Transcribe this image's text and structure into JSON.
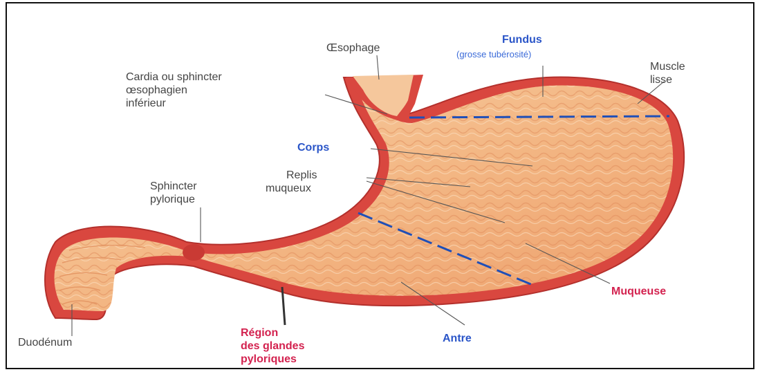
{
  "labels": {
    "oesophage": "Œsophage",
    "fundus": "Fundus",
    "fundus_sub": "(grosse tubérosité)",
    "muscle_lisse_1": "Muscle",
    "muscle_lisse_2": "lisse",
    "cardia_1": "Cardia ou sphincter",
    "cardia_2": "œsophagien",
    "cardia_3": "inférieur",
    "corps": "Corps",
    "replis_1": "Replis",
    "replis_2": "muqueux",
    "sphincter_1": "Sphincter",
    "sphincter_2": "pylorique",
    "muqueuse": "Muqueuse",
    "duodenum": "Duodénum",
    "region_1": "Région",
    "region_2": "des glandes",
    "region_3": "pyloriques",
    "antre": "Antre"
  },
  "colors": {
    "tissue_outer": "#d9473f",
    "tissue_inner": "#f0a070",
    "mucosa": "#f6c79a",
    "label_blue": "#2a55c8",
    "label_red": "#d3224f",
    "dash_blue": "#1f4fb8"
  }
}
